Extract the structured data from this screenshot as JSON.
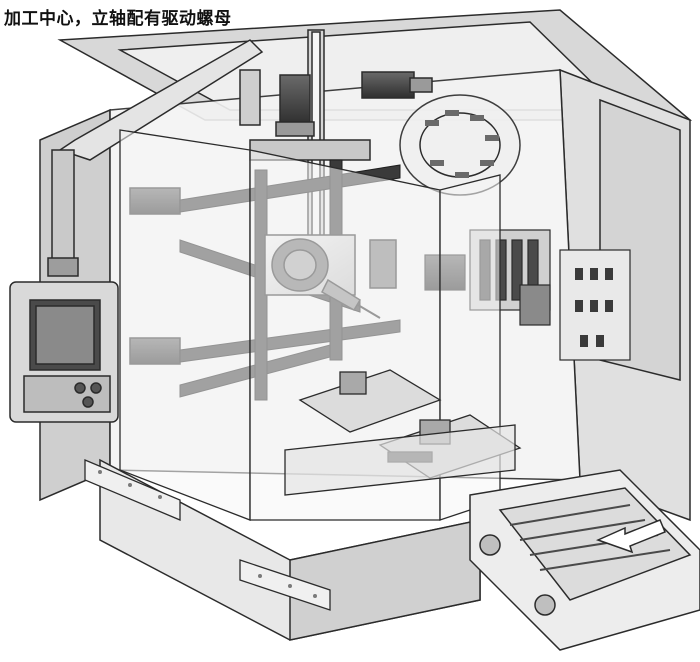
{
  "caption": "加工中心，立轴配有驱动螺母",
  "colors": {
    "frame_light": "#e6e6e6",
    "frame_mid": "#c8c8c8",
    "frame_dark": "#8c8c8c",
    "rail": "#3a3a3a",
    "glass": "#f2f2f2",
    "outline": "#2b2b2b",
    "screen": "#4a4a4a",
    "arrow_fill": "#ffffff"
  },
  "components": [
    {
      "name": "enclosure-frame",
      "icon": "machine-enclosure"
    },
    {
      "name": "overhead-arm",
      "icon": "support-arm"
    },
    {
      "name": "control-panel",
      "icon": "cnc-control-panel"
    },
    {
      "name": "vertical-ballscrew",
      "icon": "lead-screw"
    },
    {
      "name": "spindle-head",
      "icon": "spindle"
    },
    {
      "name": "tool-magazine",
      "icon": "tool-changer"
    },
    {
      "name": "servo-motor",
      "icon": "motor"
    },
    {
      "name": "hydraulic-unit",
      "icon": "valves"
    },
    {
      "name": "work-table",
      "icon": "worktable"
    },
    {
      "name": "pallet-conveyor",
      "icon": "chip-conveyor"
    }
  ]
}
